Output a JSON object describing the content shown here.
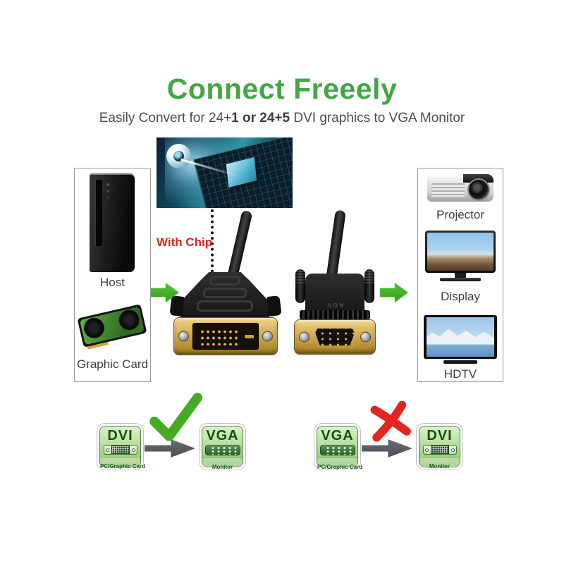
{
  "title": "Connect Freeely",
  "subtitle": {
    "pre": "Easily Convert for 24+",
    "bold": "1 or 24+5",
    "post": " DVI graphics to VGA Monitor"
  },
  "chip_label": "With Chip",
  "source_devices": [
    {
      "label": "Host"
    },
    {
      "label": "Graphic Card"
    }
  ],
  "target_devices": [
    {
      "label": "Projector"
    },
    {
      "label": "Display"
    },
    {
      "label": "HDTV"
    }
  ],
  "connector_markings": {
    "vga_molded_text": "AGV"
  },
  "compatibility": [
    {
      "from": {
        "name": "DVI",
        "sub": "PC/Graphic Card"
      },
      "to": {
        "name": "VGA",
        "sub": "Monitor"
      },
      "verdict": "yes"
    },
    {
      "from": {
        "name": "VGA",
        "sub": "PC/Graphic Card"
      },
      "to": {
        "name": "DVI",
        "sub": "Monitor"
      },
      "verdict": "no"
    }
  ],
  "colors": {
    "title_green": "#46a546",
    "arrow_green": "#3db223",
    "chip_label_red": "#d8251c",
    "check_green": "#46ab22",
    "cross_red": "#e52620",
    "flow_arrow_gray": "#5d6166",
    "badge_text_green": "#15510f"
  }
}
